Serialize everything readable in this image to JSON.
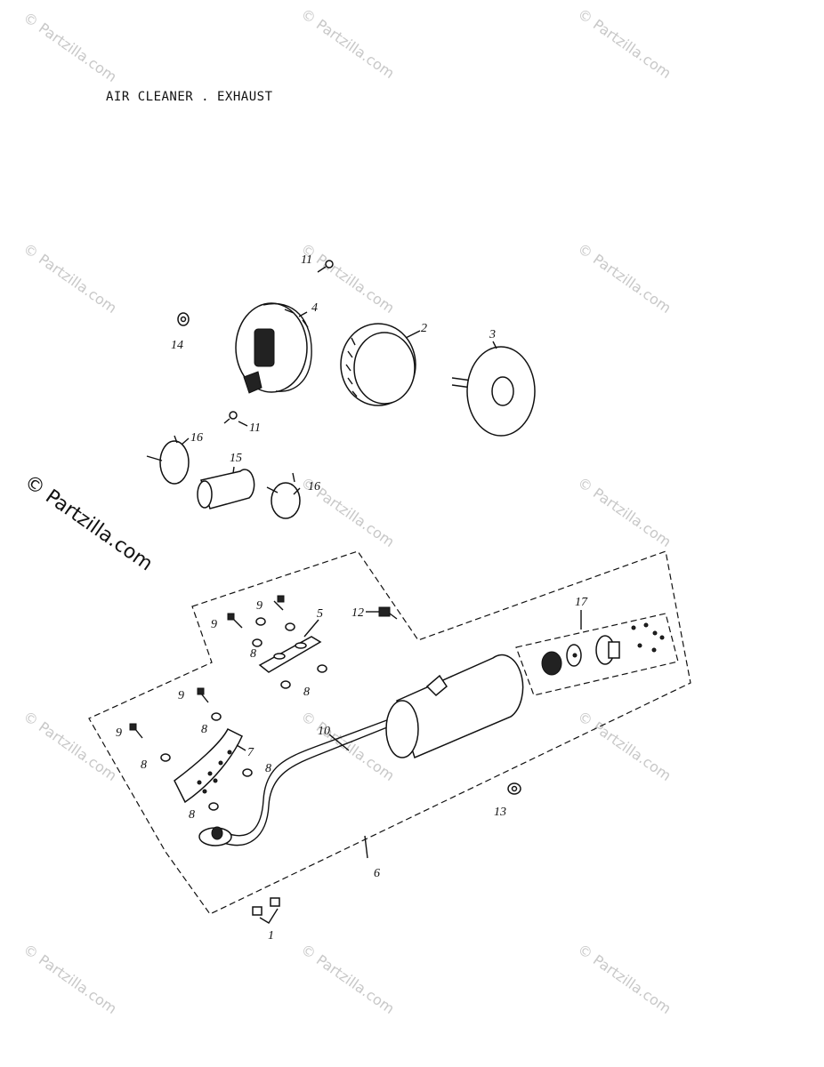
{
  "title": "AIR CLEANER . EXHAUST",
  "watermark": "© Partzilla.com",
  "callouts": {
    "c1": "1",
    "c2": "2",
    "c3": "3",
    "c4": "4",
    "c5": "5",
    "c6": "6",
    "c7": "7",
    "c8": "8",
    "c9": "9",
    "c10": "10",
    "c11": "11",
    "c12": "12",
    "c13": "13",
    "c14": "14",
    "c15": "15",
    "c16": "16",
    "c17": "17"
  }
}
